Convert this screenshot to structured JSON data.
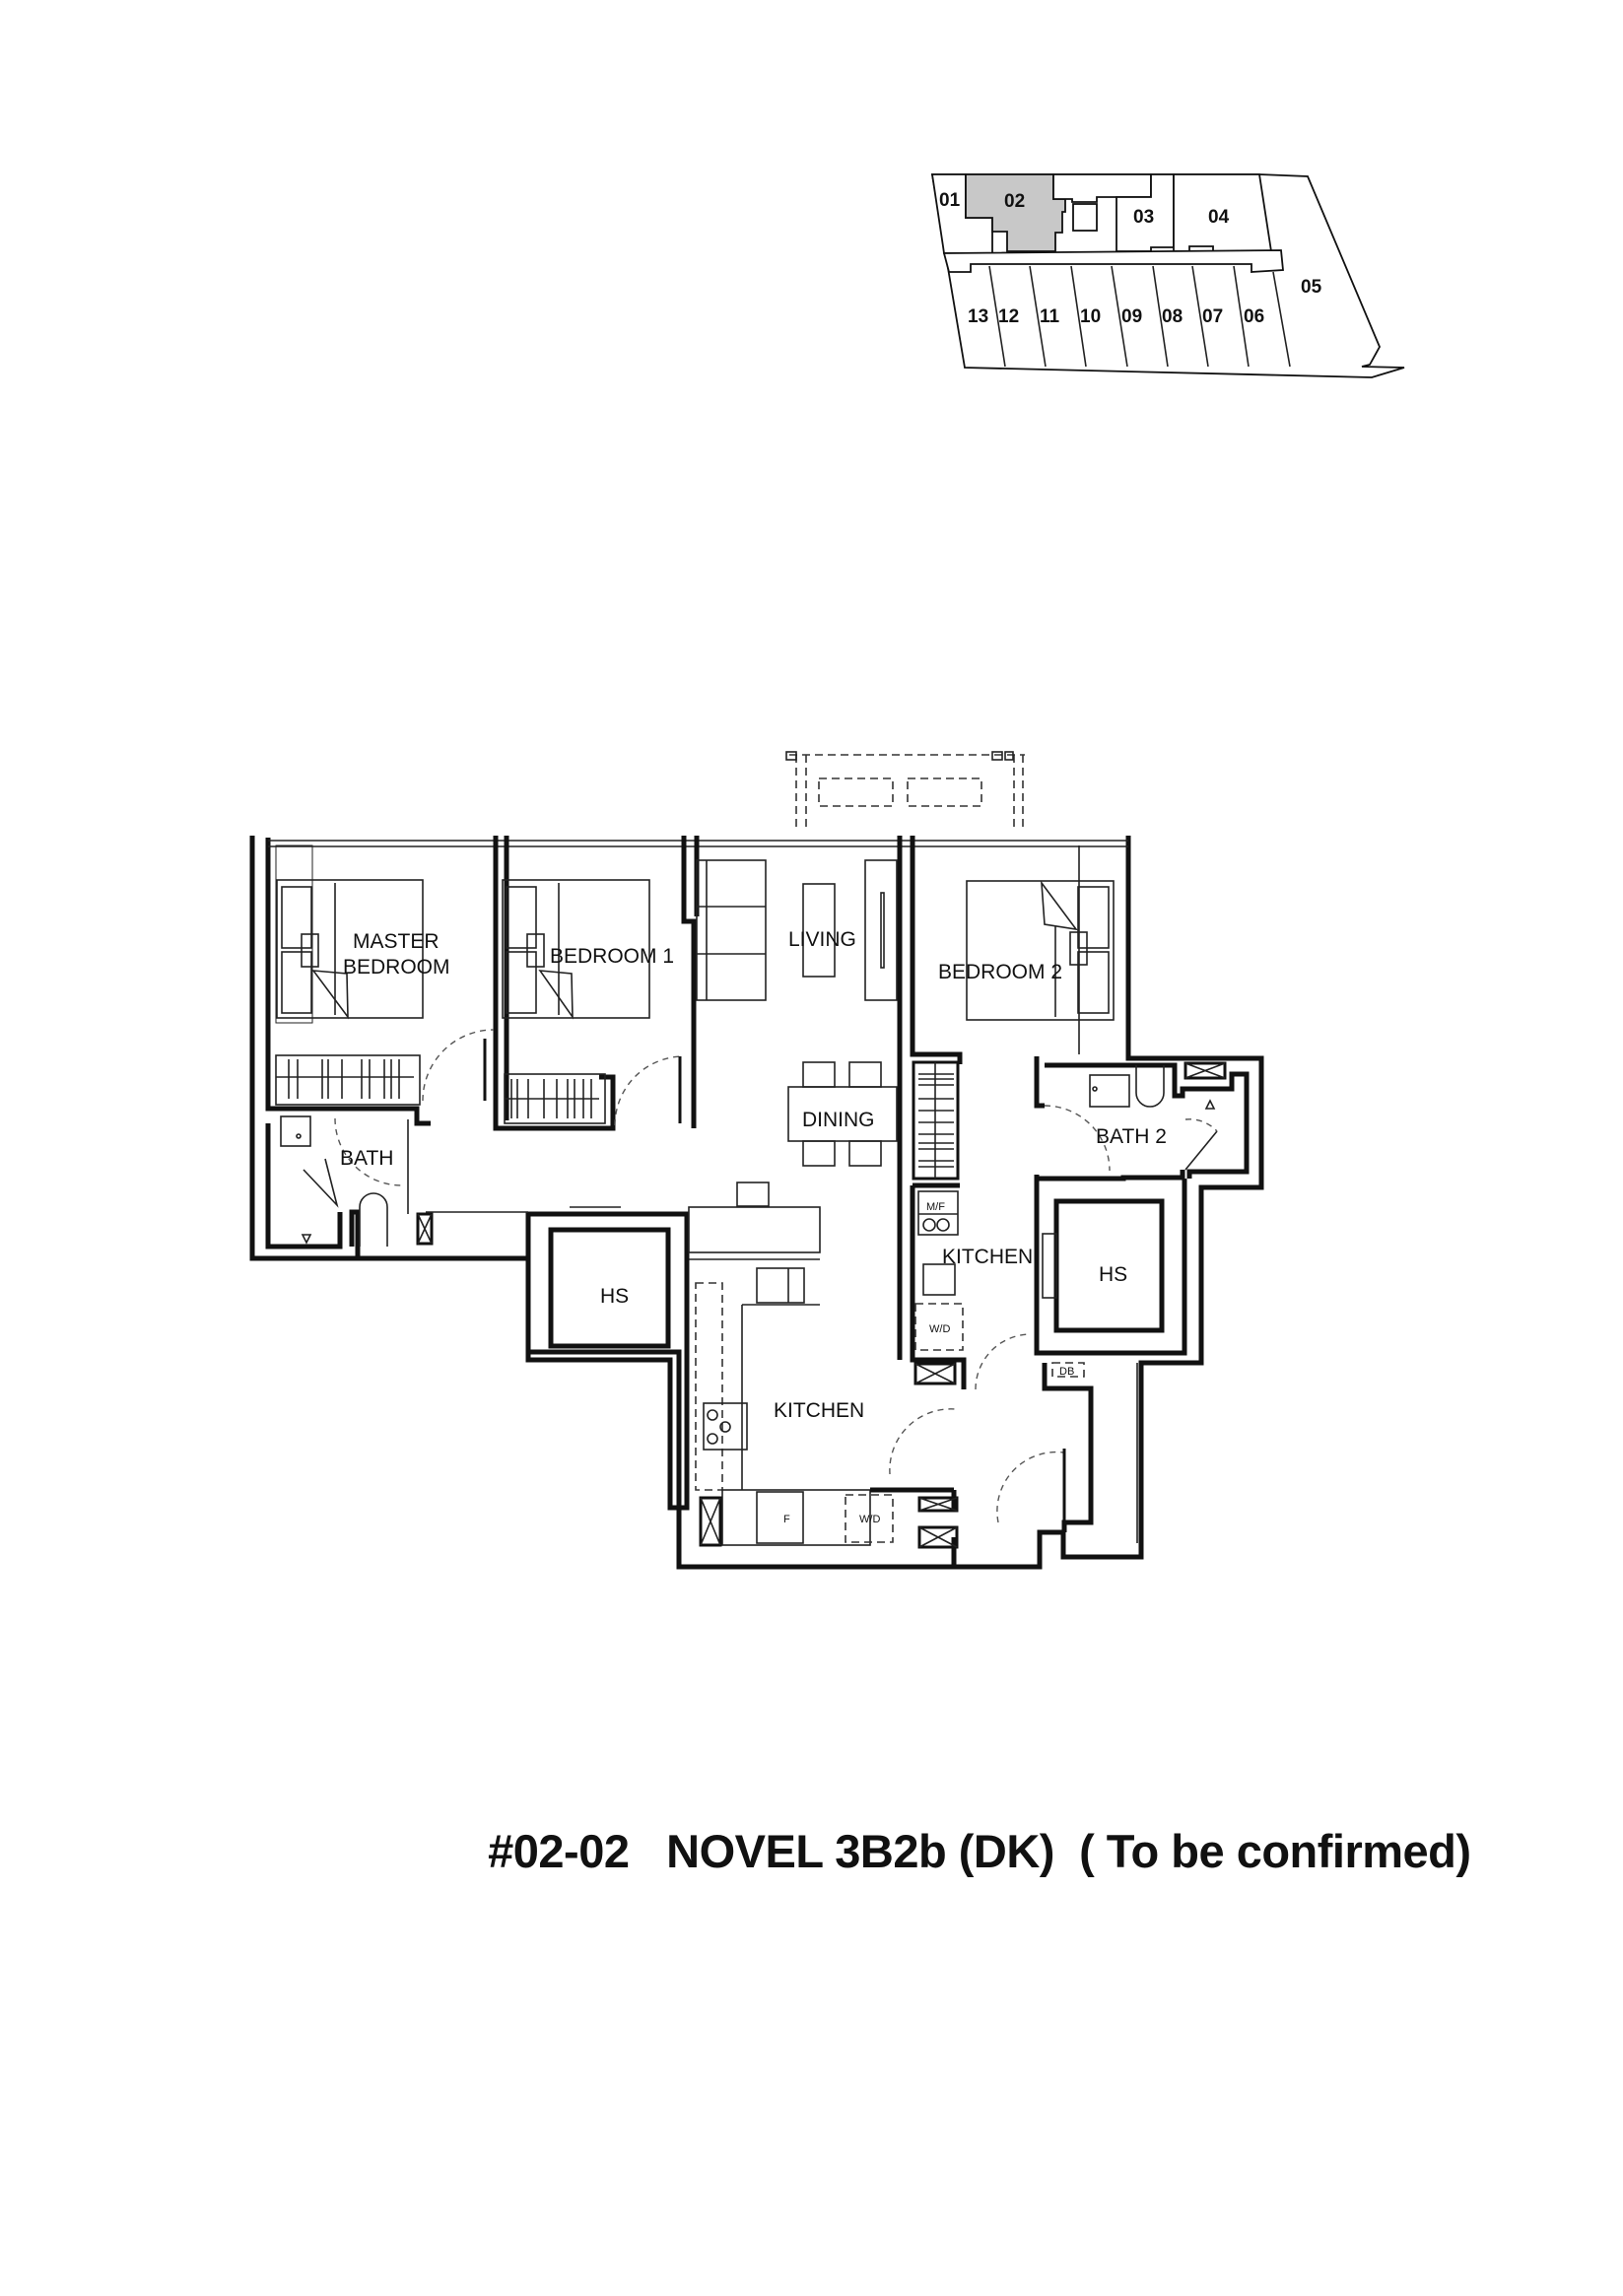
{
  "key_plan": {
    "highlighted_unit": "02",
    "highlight_color": "#c8c8c8",
    "units": [
      {
        "id": "01",
        "label": "01"
      },
      {
        "id": "02",
        "label": "02"
      },
      {
        "id": "03",
        "label": "03"
      },
      {
        "id": "04",
        "label": "04"
      },
      {
        "id": "05",
        "label": "05"
      },
      {
        "id": "06",
        "label": "06"
      },
      {
        "id": "07",
        "label": "07"
      },
      {
        "id": "08",
        "label": "08"
      },
      {
        "id": "09",
        "label": "09"
      },
      {
        "id": "10",
        "label": "10"
      },
      {
        "id": "11",
        "label": "11"
      },
      {
        "id": "12",
        "label": "12"
      },
      {
        "id": "13",
        "label": "13"
      }
    ]
  },
  "floor_plan": {
    "rooms": {
      "master_bedroom_line1": "MASTER",
      "master_bedroom_line2": "BEDROOM",
      "bedroom1": "BEDROOM 1",
      "living": "LIVING",
      "dining": "DINING",
      "bedroom2": "BEDROOM 2",
      "bath": "BATH",
      "bath2": "BATH 2",
      "hs_left": "HS",
      "hs_right": "HS",
      "kitchen_main": "KITCHEN",
      "kitchen_dry": "KITCHEN."
    },
    "fixtures": {
      "mf": "M/F",
      "wd_upper": "W/D",
      "wd_lower": "W/D",
      "fridge": "F",
      "db": "DB"
    }
  },
  "title": {
    "unit_number": "#02-02",
    "unit_type": "NOVEL 3B2b (DK)",
    "note": "( To be confirmed)"
  }
}
